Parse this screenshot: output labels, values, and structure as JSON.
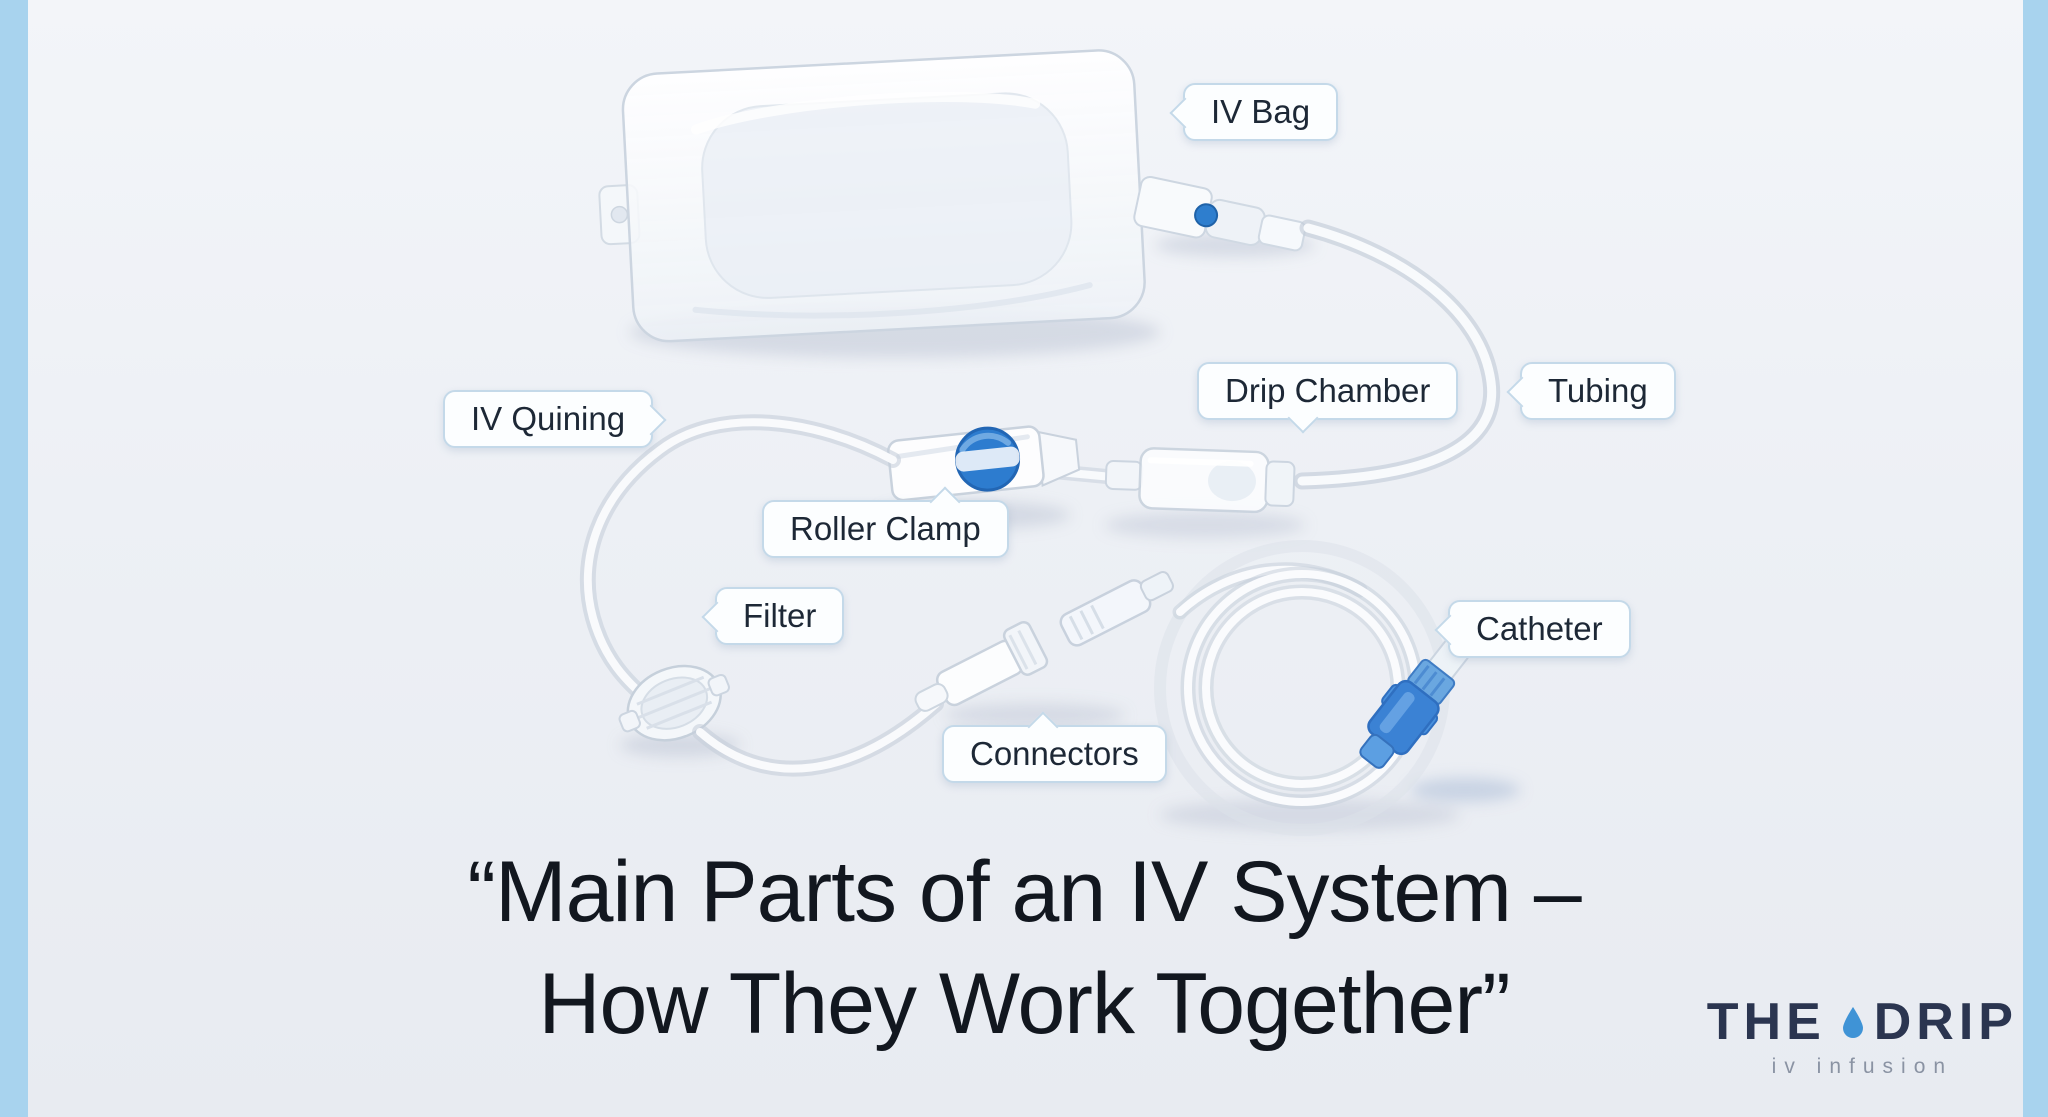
{
  "page": {
    "background": "#edf0f5",
    "edge_border_color": "#a8d3ee",
    "accent_blue": "#2e7ece",
    "bubble_border_color": "#c4d9e9",
    "bubble_text_color": "#1d2836"
  },
  "labels": [
    {
      "id": "iv-bag",
      "text": "IV Bag",
      "tail": "left"
    },
    {
      "id": "iv-quining",
      "text": "IV Quining",
      "tail": "right"
    },
    {
      "id": "drip-chamber",
      "text": "Drip Chamber",
      "tail": "down"
    },
    {
      "id": "tubing",
      "text": "Tubing",
      "tail": "left"
    },
    {
      "id": "roller-clamp",
      "text": "Roller Clamp",
      "tail": "up"
    },
    {
      "id": "filter",
      "text": "Filter",
      "tail": "left"
    },
    {
      "id": "connectors",
      "text": "Connectors",
      "tail": "up"
    },
    {
      "id": "catheter",
      "text": "Catheter",
      "tail": "left"
    }
  ],
  "title": {
    "line1": "“Main Parts of an IV System –",
    "line2": "How They Work Together”"
  },
  "logo": {
    "name_part1": "THE",
    "name_part2": "DRIP",
    "tagline": "iv infusion",
    "navy": "#2b3550",
    "drop_blue": "#3f93d6",
    "tagline_color": "#8a93a3"
  },
  "illustration": {
    "depicts": "Photo of a disassembled IV infusion set on a light surface",
    "parts": [
      "iv-bag",
      "bag-spike",
      "tubing-arc",
      "drip-chamber",
      "roller-clamp",
      "curved-tubing",
      "filter",
      "connectors",
      "tubing-coil",
      "catheter"
    ]
  }
}
